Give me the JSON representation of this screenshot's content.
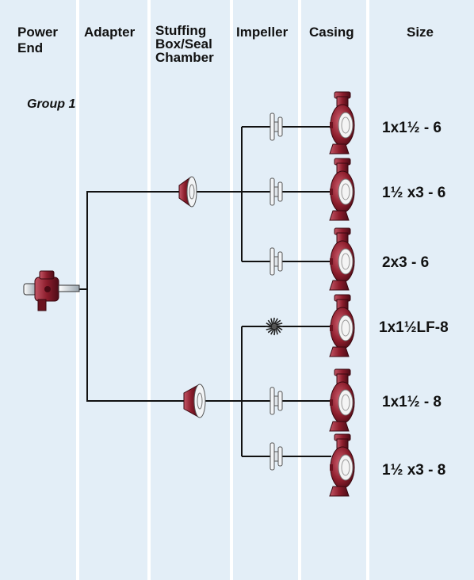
{
  "columns": {
    "power_end": [
      "Power",
      "End"
    ],
    "adapter": "Adapter",
    "seal": [
      "Stuffing",
      "Box/Seal",
      "Chamber"
    ],
    "impeller": "Impeller",
    "casing": "Casing",
    "size": "Size"
  },
  "group_label": "Group 1",
  "sizes": [
    "1x1½ - 6",
    "1½ x3 - 6",
    "2x3 - 6",
    "1x1½LF-8",
    "1x1½ - 8",
    "1½ x3 - 8"
  ],
  "colors": {
    "panel": "#e3eef7",
    "divider": "#ffffff",
    "casing_red": "#8c1d2c",
    "casing_dark": "#5a0f1a",
    "line": "#111111"
  },
  "icons": {
    "power_end": "pump-power-end-icon",
    "seal": "seal-chamber-icon",
    "impeller": "impeller-icon",
    "inducer": "open-impeller-icon",
    "casing": "volute-casing-icon"
  }
}
